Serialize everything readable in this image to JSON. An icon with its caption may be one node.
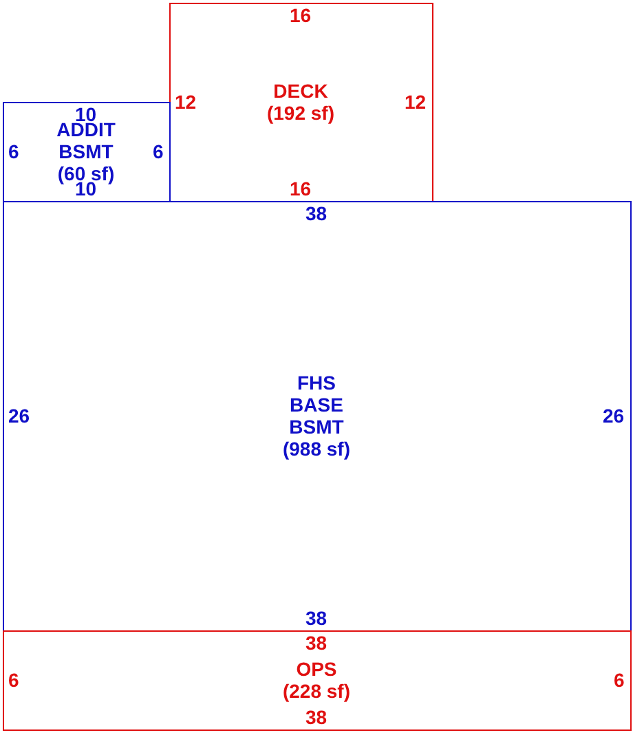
{
  "diagram": {
    "nodes": [
      {
        "text": [
          "16",
          "12",
          "DECK",
          "(192 sf)",
          "12",
          "16"
        ]
      },
      {
        "text": [
          "10",
          "6",
          "ADDIT BSMT",
          "(60 sf)",
          "6",
          "10"
        ]
      },
      {
        "text": [
          "38",
          "26",
          "FHS BASE BSMT",
          "(988 sf)",
          "26",
          "38"
        ]
      },
      {
        "text": [
          "38",
          "6",
          "OPS",
          "(228 sf)",
          "6",
          "38"
        ]
      }
    ]
  }
}
